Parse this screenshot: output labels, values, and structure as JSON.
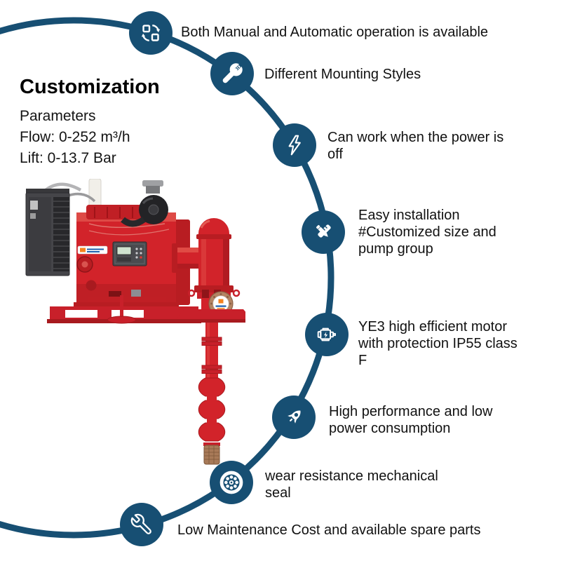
{
  "colors": {
    "brand": "#174f73",
    "pump_red": "#d2232a",
    "text": "#111111"
  },
  "panel": {
    "title": "Customization",
    "subtitle": "Parameters",
    "flow": "Flow: 0-252 m³/h",
    "lift": "Lift: 0-13.7 Bar"
  },
  "features": [
    {
      "icon": "sync-icon",
      "label": "Both Manual and Automatic operation is available"
    },
    {
      "icon": "tools-icon",
      "label": "Different Mounting Styles"
    },
    {
      "icon": "lightning-icon",
      "label": "Can work when the power is off"
    },
    {
      "icon": "design-icon",
      "label": "Easy installation #Customized size and pump group"
    },
    {
      "icon": "motor-icon",
      "label": "YE3 high efficient motor with protection IP55 class F"
    },
    {
      "icon": "rocket-icon",
      "label": "High performance and low power consumption"
    },
    {
      "icon": "seal-icon",
      "label": "wear resistance mechanical seal"
    },
    {
      "icon": "wrench-icon",
      "label": "Low Maintenance Cost and available spare parts"
    }
  ],
  "product_image": {
    "name": "diesel-engine-driven-vertical-turbine-fire-pump"
  }
}
